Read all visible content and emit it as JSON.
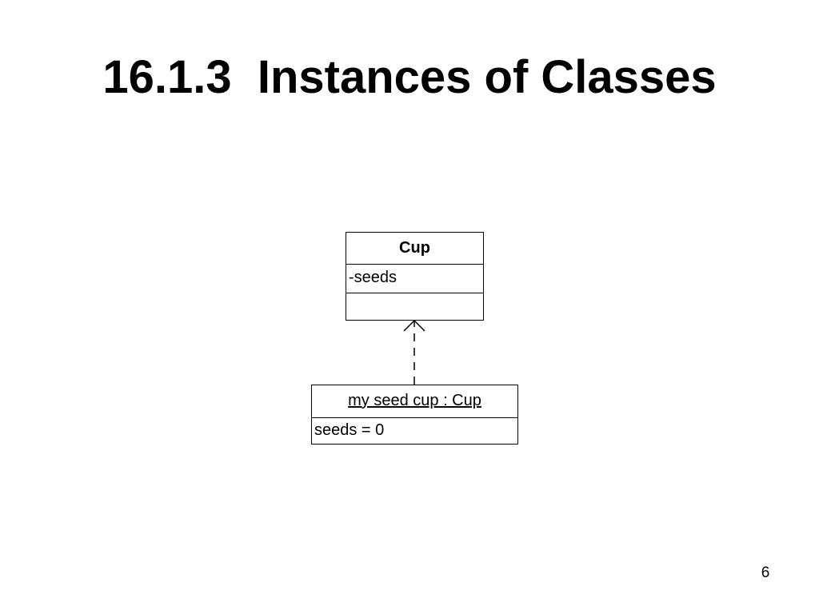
{
  "slide": {
    "title": "16.1.3  Instances of Classes",
    "page_number": "6"
  },
  "class_box": {
    "name": "Cup",
    "attributes": [
      "-seeds"
    ],
    "operations": []
  },
  "object_box": {
    "name": "my seed cup : Cup",
    "attributes": [
      "seeds = 0"
    ]
  },
  "relationship": {
    "type": "instance-of",
    "line_style": "dashed",
    "arrowhead": "open",
    "from": "object_box",
    "to": "class_box"
  },
  "colors": {
    "background": "#ffffff",
    "stroke": "#000000",
    "text": "#000000"
  }
}
